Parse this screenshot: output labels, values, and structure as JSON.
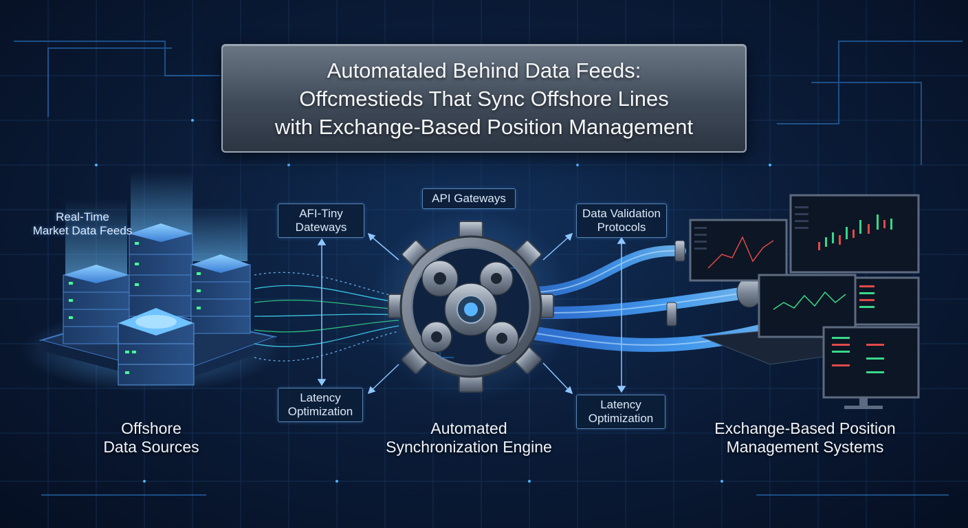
{
  "title": {
    "lines": [
      "Automataled Behind Data Feeds:",
      "Offcmestieds That Sync Offshore Lines",
      "with Exchange-Based Position Management"
    ]
  },
  "sources": {
    "feed_label": [
      "Real-Time",
      "Market Data Feeds"
    ],
    "label": [
      "Offshore",
      "Data Sources"
    ]
  },
  "engine": {
    "label": [
      "Automated",
      "Synchronization Engine"
    ]
  },
  "systems": {
    "label": [
      "Exchange-Based Position",
      "Management Systems"
    ]
  },
  "tags": {
    "api_tiny": [
      "AFI-Tiny",
      "Dateways"
    ],
    "api_gateways": "API Gateways",
    "data_validation": [
      "Data Validation",
      "Protocols"
    ],
    "latency_left": [
      "Latency",
      "Optimization"
    ],
    "latency_right": [
      "Latency",
      "Optimization"
    ]
  },
  "colors": {
    "background": "#0b1d3a",
    "accent_blue": "#3a8dff",
    "accent_cyan": "#46e0ff",
    "data_green": "#38d88a",
    "chart_red": "#e04a4a",
    "metal": "#8a96a6"
  }
}
